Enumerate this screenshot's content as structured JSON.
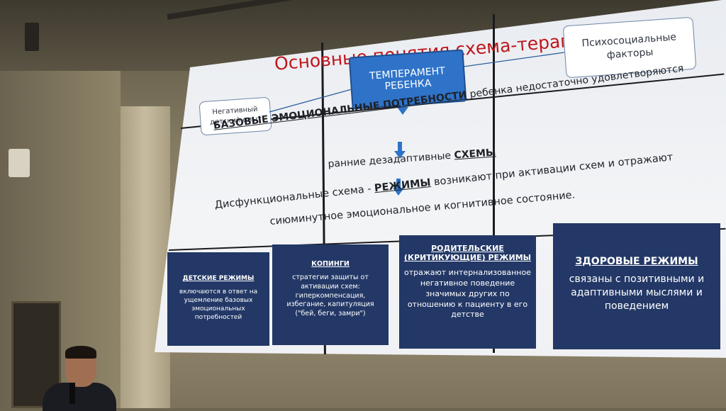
{
  "slide": {
    "title": "Основные понятия схема-терапии",
    "temperament": "ТЕМПЕРАМЕНТ РЕБЕНКА",
    "psychosocial": "Психосоциальные факторы",
    "negative": "Негативный детский опыт",
    "needs_bold": "БАЗОВЫЕ ЭМОЦИОНАЛЬНЫЕ ПОТРЕБНОСТИ",
    "needs_rest": " ребенка недостаточно удовлетворяются",
    "schemes_prefix": "ранние дезадаптивные ",
    "schemes_bold": "СХЕМЫ",
    "modes_prefix": "Дисфункциональные схема - ",
    "modes_bold": "РЕЖИМЫ",
    "modes_rest": " возникают при активации схем и отражают",
    "modes_line2": "сиюминутное эмоциональное и когнитивное состояние.",
    "boxes": [
      {
        "title": "ДЕТСКИЕ РЕЖИМЫ",
        "text": "включаются в ответ на ущемление базовых эмоциональных потребностей"
      },
      {
        "title": "КОПИНГИ",
        "text": "стратегии защиты от активации схем: гиперкомпенсация, избегание, капитуляция (\"бей, беги, замри\")"
      },
      {
        "title": "РОДИТЕЛЬСКИЕ (КРИТИКУЮЩИЕ) РЕЖИМЫ",
        "text": "отражают интернализованное негативное поведение значимых других по отношению к пациенту в его детстве"
      },
      {
        "title": "ЗДОРОВЫЕ РЕЖИМЫ",
        "text": "связаны с позитивными и адаптивными мыслями и поведением"
      }
    ]
  },
  "colors": {
    "title": "#c0161b",
    "temperament_box": "#2f73c9",
    "mode_box": "#233866"
  }
}
